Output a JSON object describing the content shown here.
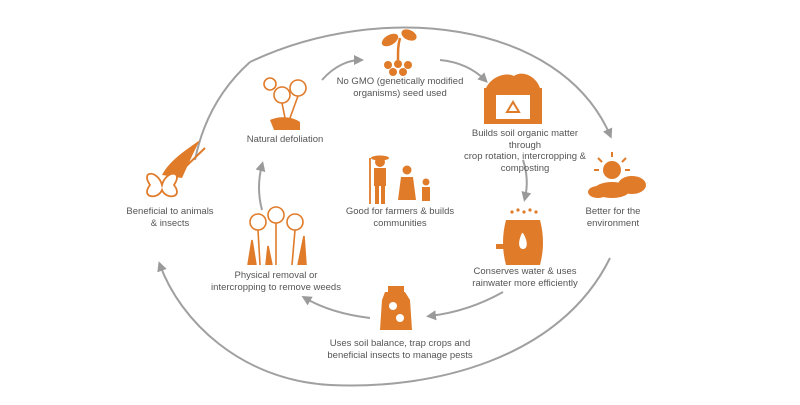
{
  "colors": {
    "accent": "#e07b2a",
    "arrow": "#9a9a9a",
    "text": "#555555"
  },
  "cycle": {
    "inner_steps": [
      {
        "icon": "seedling-icon",
        "label": "No GMO (genetically modified\norganisms) seed used"
      },
      {
        "icon": "compost-bin-icon",
        "label": "Builds soil organic matter through\ncrop rotation, intercropping &\ncomposting"
      },
      {
        "icon": "water-barrel-icon",
        "label": "Conserves water & uses\nrainwater more efficiently"
      },
      {
        "icon": "pest-jar-icon",
        "label": "Uses soil balance, trap crops and\nbeneficial insects to manage pests"
      },
      {
        "icon": "weeds-icon",
        "label": "Physical removal or\nintercropping to remove weeds"
      },
      {
        "icon": "hand-flower-icon",
        "label": "Natural defoliation"
      }
    ],
    "outer_steps": [
      {
        "icon": "sun-clouds-icon",
        "label": "Better for the\nenvironment"
      },
      {
        "icon": "bird-butterfly-icon",
        "label": "Beneficial to animals\n& insects"
      }
    ],
    "center": {
      "icon": "farmer-family-icon",
      "label": "Good for farmers & builds\ncommunities"
    }
  }
}
